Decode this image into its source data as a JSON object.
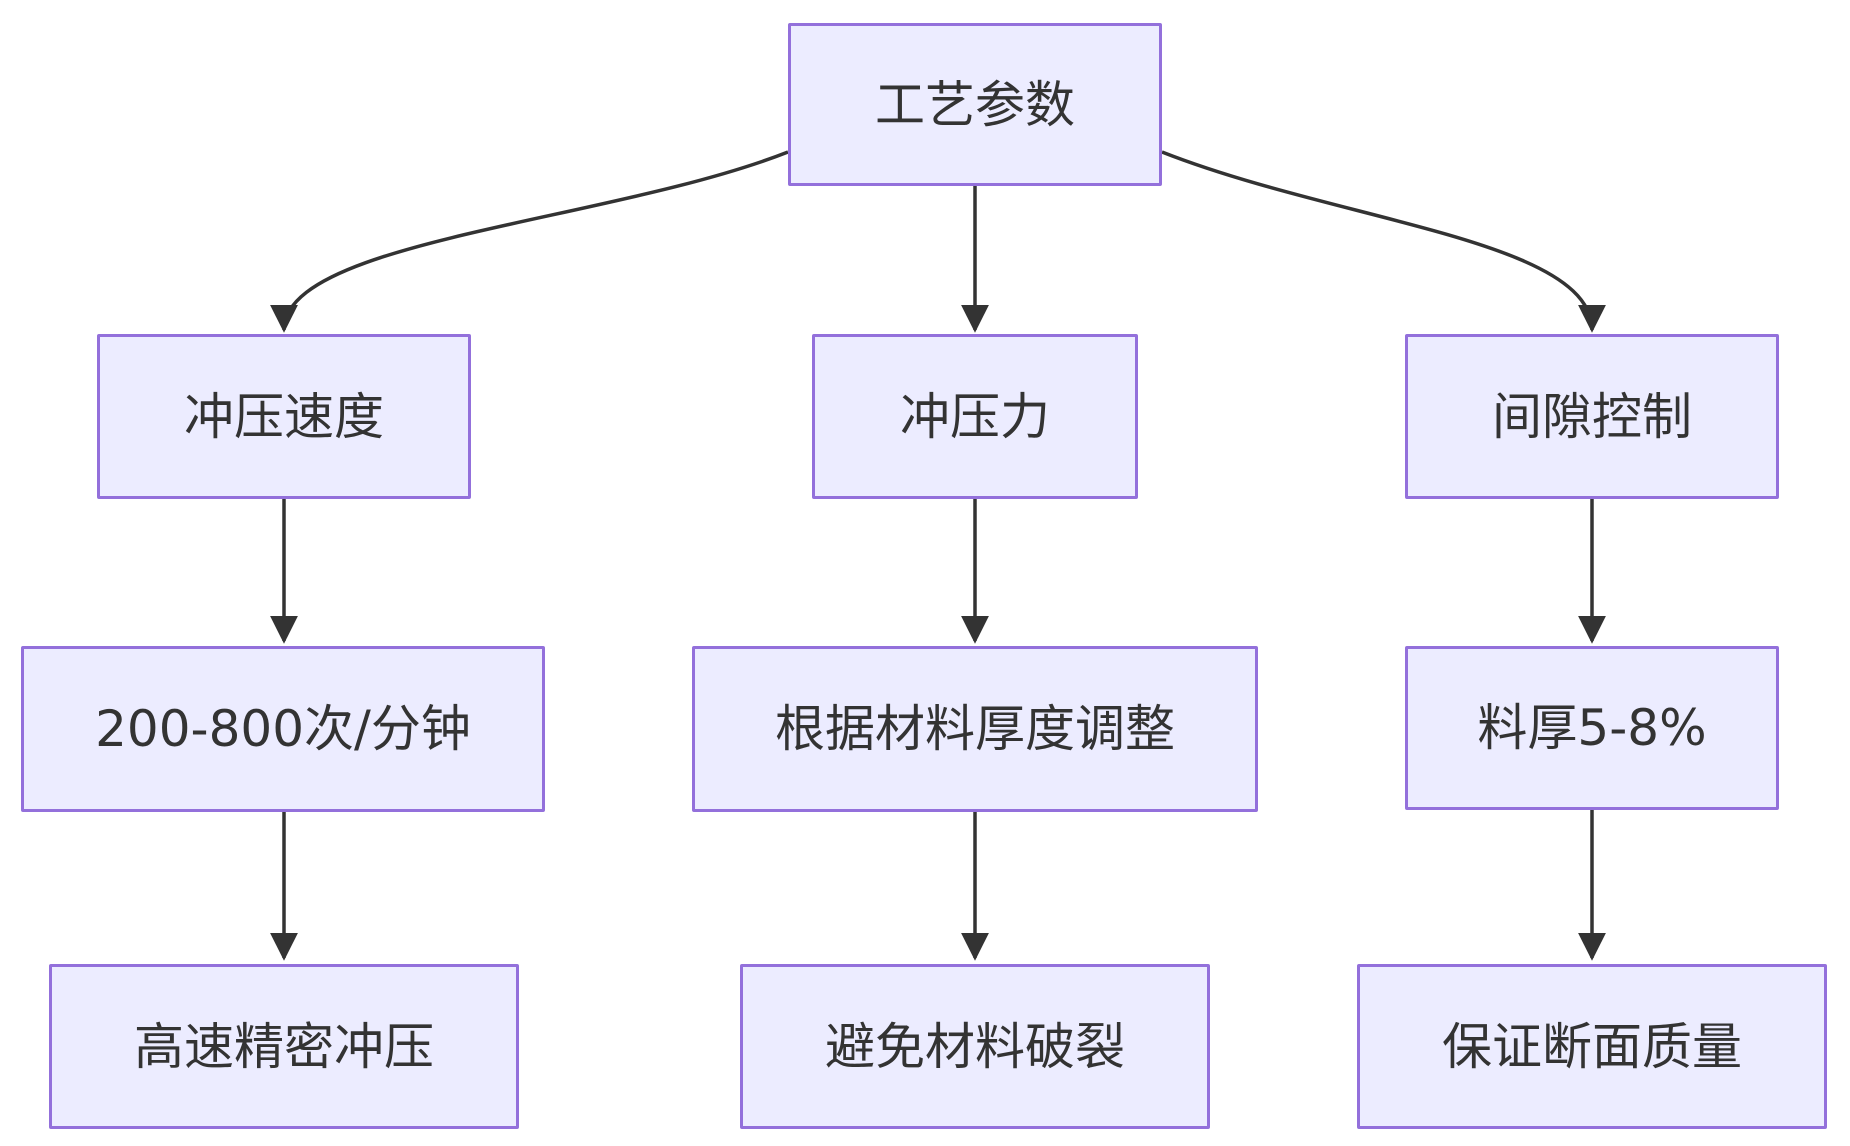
{
  "diagram": {
    "type": "flowchart",
    "direction": "top-down",
    "nodes": {
      "root": {
        "label": "工艺参数"
      },
      "speed": {
        "label": "冲压速度"
      },
      "force": {
        "label": "冲压力"
      },
      "clearance": {
        "label": "间隙控制"
      },
      "speed_value": {
        "label": "200-800次/分钟"
      },
      "force_value": {
        "label": "根据材料厚度调整"
      },
      "clearance_value": {
        "label": "料厚5-8%"
      },
      "speed_outcome": {
        "label": "高速精密冲压"
      },
      "force_outcome": {
        "label": "避免材料破裂"
      },
      "clearance_outcome": {
        "label": "保证断面质量"
      }
    },
    "edges": [
      {
        "from": "工艺参数",
        "to": "冲压速度"
      },
      {
        "from": "工艺参数",
        "to": "冲压力"
      },
      {
        "from": "工艺参数",
        "to": "间隙控制"
      },
      {
        "from": "冲压速度",
        "to": "200-800次/分钟"
      },
      {
        "from": "冲压力",
        "to": "根据材料厚度调整"
      },
      {
        "from": "间隙控制",
        "to": "料厚5-8%"
      },
      {
        "from": "200-800次/分钟",
        "to": "高速精密冲压"
      },
      {
        "from": "根据材料厚度调整",
        "to": "避免材料破裂"
      },
      {
        "from": "料厚5-8%",
        "to": "保证断面质量"
      }
    ],
    "colors": {
      "node_fill": "#ECECFF",
      "node_border": "#9370DB",
      "edge_line": "#333333",
      "text": "#333333",
      "background": "#FFFFFF"
    }
  }
}
